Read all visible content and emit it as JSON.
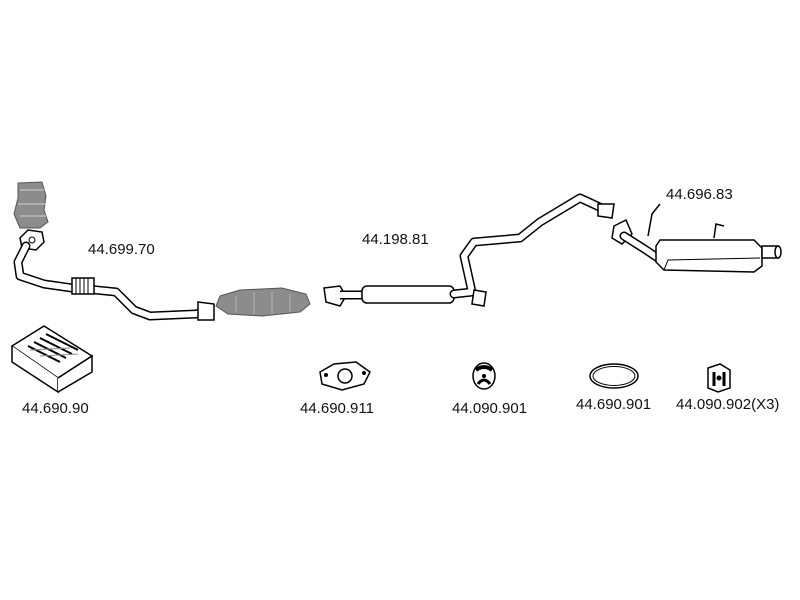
{
  "colors": {
    "line": "#000000",
    "fill_part": "#ffffff",
    "shade": "#8c8c8c"
  },
  "parts": [
    {
      "number": "44.699.70",
      "icon": "front-pipe-with-catalyst-icon"
    },
    {
      "number": "44.198.81",
      "icon": "center-pipe-with-silencer-icon"
    },
    {
      "number": "44.696.83",
      "icon": "rear-muffler-icon"
    },
    {
      "number": "44.690.90",
      "icon": "mounting-kit-box-icon"
    },
    {
      "number": "44.690.911",
      "icon": "flange-gasket-icon"
    },
    {
      "number": "44.090.901",
      "icon": "rubber-hanger-icon"
    },
    {
      "number": "44.690.901",
      "icon": "ring-gasket-icon"
    },
    {
      "number": "44.090.902(X3)",
      "icon": "rubber-mount-icon"
    }
  ]
}
